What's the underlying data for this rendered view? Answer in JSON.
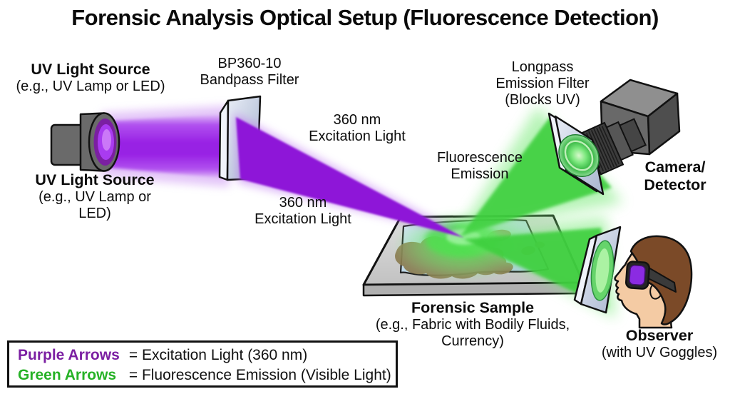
{
  "title": "Forensic Analysis Optical Setup (Fluorescence Detection)",
  "labels": {
    "uv_source_top": {
      "lines": [
        "UV Light Source",
        "(e.g., UV Lamp or LED)"
      ]
    },
    "uv_source_bottom": {
      "lines": [
        "UV Light Source",
        "(e.g., UV Lamp or",
        "LED)"
      ]
    },
    "bandpass_filter": {
      "lines": [
        "BP360-10",
        "Bandpass Filter"
      ]
    },
    "excitation_upper": {
      "lines": [
        "360 nm",
        "Excitation Light"
      ]
    },
    "excitation_lower": {
      "lines": [
        "360 nm",
        "Excitation Light"
      ]
    },
    "longpass_filter": {
      "lines": [
        "Longpass",
        "Emission Filter",
        "(Blocks UV)"
      ]
    },
    "fluorescence": {
      "lines": [
        "Fluorescence",
        "Emission"
      ]
    },
    "camera_detector": {
      "lines": [
        "Camera/",
        "Detector"
      ]
    },
    "forensic_sample": {
      "lines": [
        "Forensic Sample",
        "(e.g., Fabric with Bodily Fluids,",
        "Currency)"
      ]
    },
    "observer": {
      "lines": [
        "Observer",
        "(with UV Goggles)"
      ]
    }
  },
  "legend": {
    "rows": [
      {
        "term": "Purple Arrows",
        "definition": "= Excitation Light (360 nm)",
        "color": "#7B1FA2"
      },
      {
        "term": "Green Arrows",
        "definition": "= Fluorescence Emission (Visible Light)",
        "color": "#26B226"
      }
    ]
  },
  "colors": {
    "excitation_purple": "#9820E4",
    "emission_green": "#3ECF3E",
    "filter_plate": "#C3CDE0",
    "uv_lens_purple": "#A93BF0",
    "hair_brown": "#7B4A28",
    "skin": "#F4CBA4"
  }
}
